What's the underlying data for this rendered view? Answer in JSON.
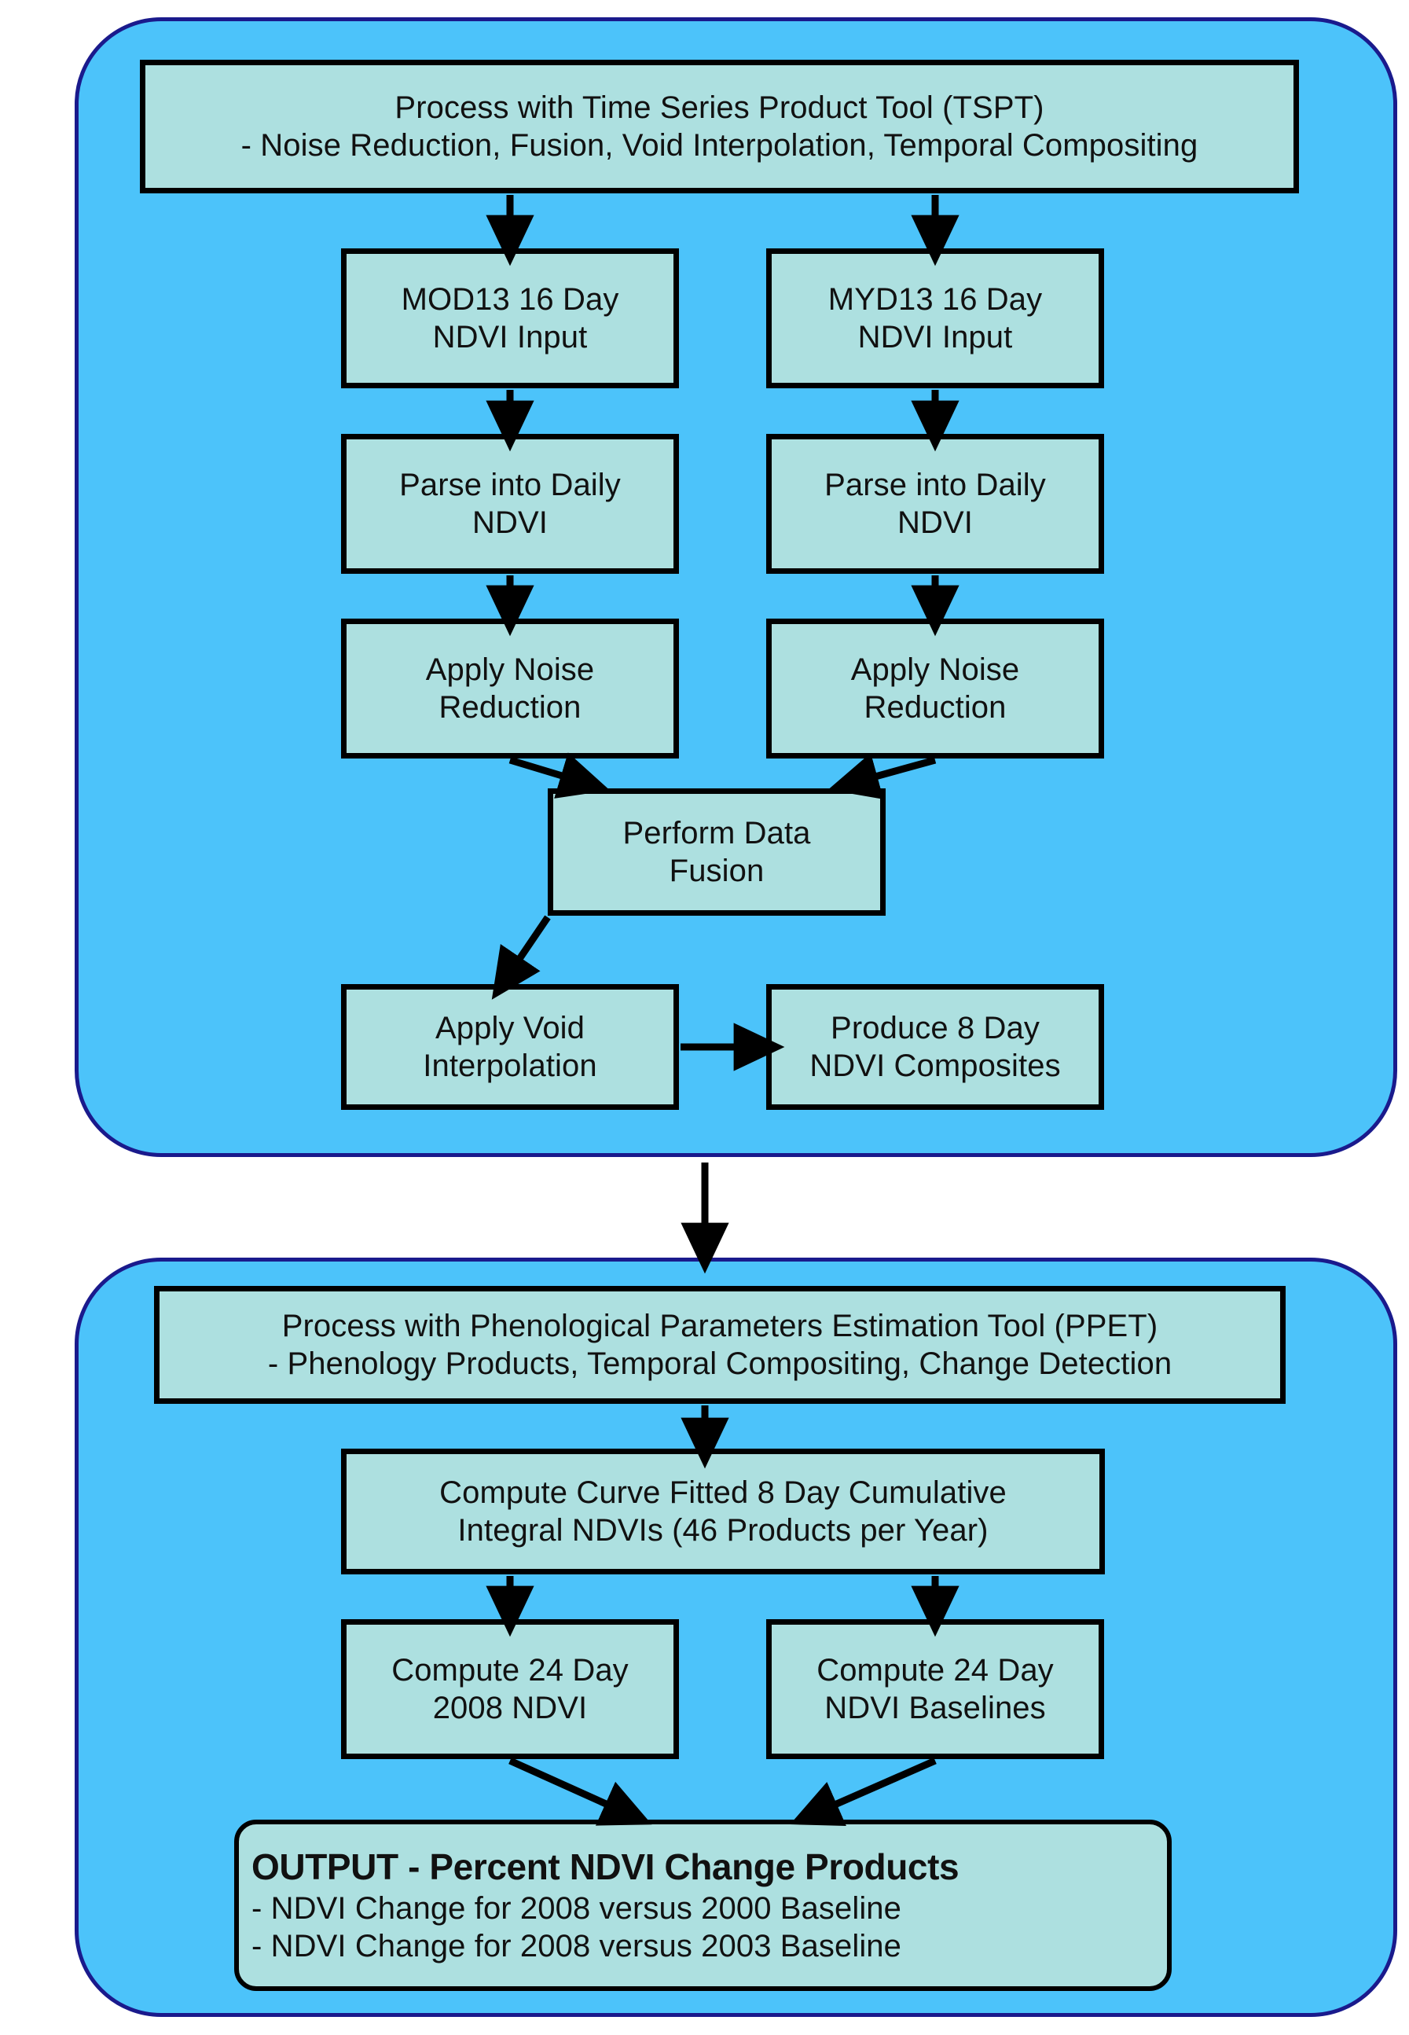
{
  "diagram": {
    "title": "NDVI Time Series Processing Workflow",
    "colors": {
      "panel_fill": "#4CC3FA",
      "panel_stroke": "#1A1A8C",
      "box_fill": "#ADE0E0",
      "box_stroke": "#000000",
      "background": "#FFFFFF"
    }
  },
  "panel_tspt": {
    "header": {
      "line1": "Process with Time Series Product Tool (TSPT)",
      "line2": "- Noise Reduction,  Fusion, Void Interpolation,  Temporal Compositing"
    },
    "nodes": {
      "mod13": {
        "line1": "MOD13 16 Day",
        "line2": "NDVI Input"
      },
      "myd13": {
        "line1": "MYD13 16 Day",
        "line2": "NDVI Input"
      },
      "parse_left": {
        "line1": "Parse into Daily",
        "line2": "NDVI"
      },
      "parse_right": {
        "line1": "Parse into Daily",
        "line2": "NDVI"
      },
      "noise_left": {
        "line1": "Apply Noise",
        "line2": "Reduction"
      },
      "noise_right": {
        "line1": "Apply Noise",
        "line2": "Reduction"
      },
      "fusion": {
        "line1": "Perform Data",
        "line2": "Fusion"
      },
      "void": {
        "line1": "Apply Void",
        "line2": "Interpolation"
      },
      "composites": {
        "line1": "Produce 8 Day",
        "line2": "NDVI Composites"
      }
    }
  },
  "panel_ppet": {
    "header": {
      "line1": "Process with Phenological Parameters Estimation Tool (PPET)",
      "line2": "- Phenology Products, Temporal Compositing, Change Detection"
    },
    "nodes": {
      "curve_fit": {
        "line1": "Compute Curve Fitted  8 Day Cumulative",
        "line2": "Integral NDVIs (46 Products per Year)"
      },
      "ndvi_2008": {
        "line1": "Compute 24 Day",
        "line2": "2008 NDVI"
      },
      "ndvi_baselines": {
        "line1": "Compute 24 Day",
        "line2": "NDVI Baselines"
      },
      "output": {
        "title": "OUTPUT - Percent NDVI Change Products",
        "line1": "- NDVI Change for 2008 versus 2000 Baseline",
        "line2": "- NDVI Change for 2008 versus 2003 Baseline"
      }
    }
  }
}
